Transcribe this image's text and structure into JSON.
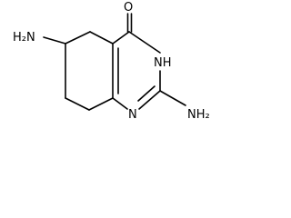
{
  "molecule": {
    "atoms": {
      "oxygen": "O",
      "nh_ring": "NH",
      "nitrogen_ring": "N",
      "amino_left": "H₂N",
      "amino_right": "NH₂"
    }
  }
}
